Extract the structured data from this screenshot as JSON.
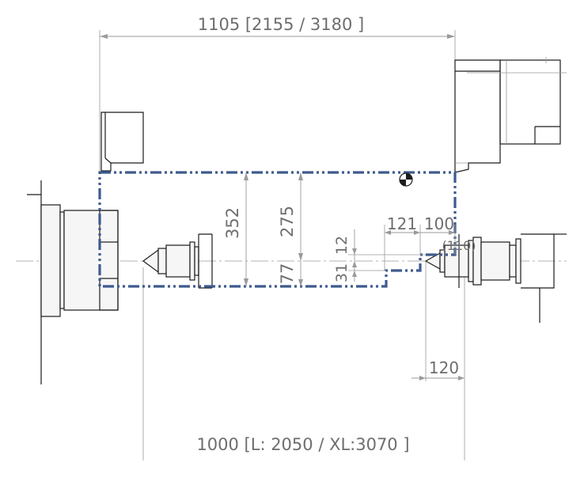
{
  "diagram": {
    "dimensions": {
      "top_width": "1105 [2155 / 3180 ]",
      "bottom_width": "1000 [L: 2050 / XL:3070 ]",
      "height_352": "352",
      "height_275": "275",
      "offset_77": "77",
      "offset_31": "31",
      "offset_12": "12",
      "width_121": "121",
      "width_100": "100",
      "width_110": "(110)",
      "width_120": "120"
    },
    "colors": {
      "envelope": "#3e5a8e",
      "dimension": "#9a9a9a",
      "outline": "#1c1c1c"
    }
  }
}
